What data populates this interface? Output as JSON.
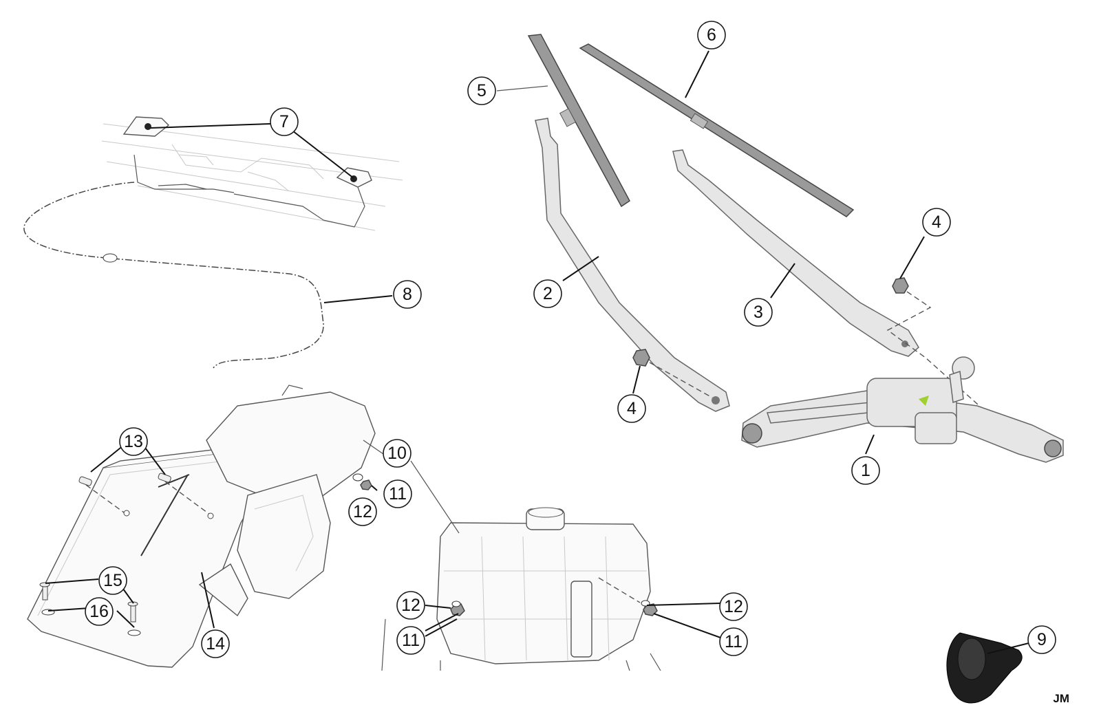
{
  "callouts": {
    "c1": "1",
    "c2": "2",
    "c3": "3",
    "c4a": "4",
    "c4b": "4",
    "c5": "5",
    "c6": "6",
    "c7": "7",
    "c8": "8",
    "c9": "9",
    "c10": "10",
    "c11a": "11",
    "c11b": "11",
    "c11c": "11",
    "c12a": "12",
    "c12b": "12",
    "c12c": "12",
    "c13": "13",
    "c14": "14",
    "c15": "15",
    "c16": "16"
  },
  "corner_label": "JM"
}
